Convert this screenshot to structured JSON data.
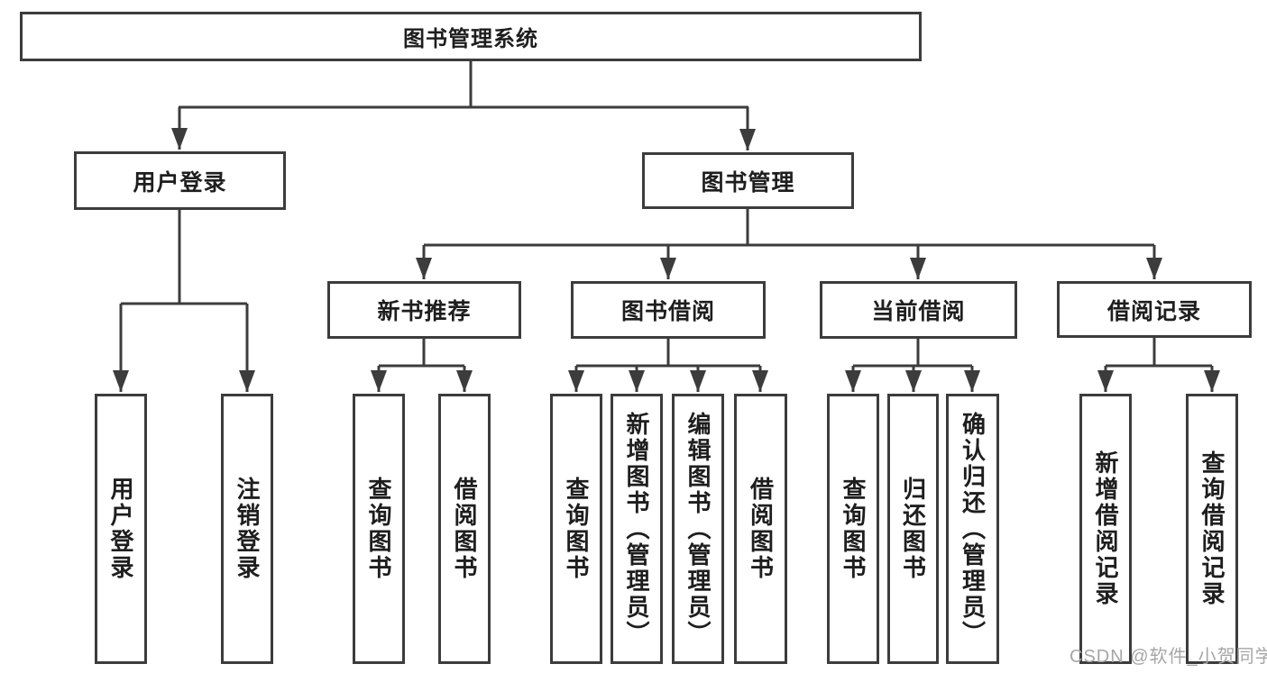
{
  "root": {
    "label": "图书管理系统"
  },
  "level2": {
    "user_login": "用户登录",
    "book_mgmt": "图书管理"
  },
  "level3": {
    "new_books": "新书推荐",
    "book_borrow": "图书借阅",
    "current_borrow": "当前借阅",
    "borrow_records": "借阅记录"
  },
  "leaves": {
    "user_login": [
      "用户登录",
      "注销登录"
    ],
    "new_books": [
      "查询图书",
      "借阅图书"
    ],
    "book_borrow": [
      "查询图书",
      "新增图书（管理员）",
      "编辑图书（管理员）",
      "借阅图书"
    ],
    "current_borrow": [
      "查询图书",
      "归还图书",
      "确认归还（管理员）"
    ],
    "borrow_records": [
      "新增借阅记录",
      "查询借阅记录"
    ]
  },
  "watermark": {
    "text": "CSDN @软件_小贺同学"
  },
  "colors": {
    "line": "#3c3c3c",
    "text": "#1e1e1e",
    "background": "#ffffff",
    "watermark": "#a6a6a6"
  }
}
